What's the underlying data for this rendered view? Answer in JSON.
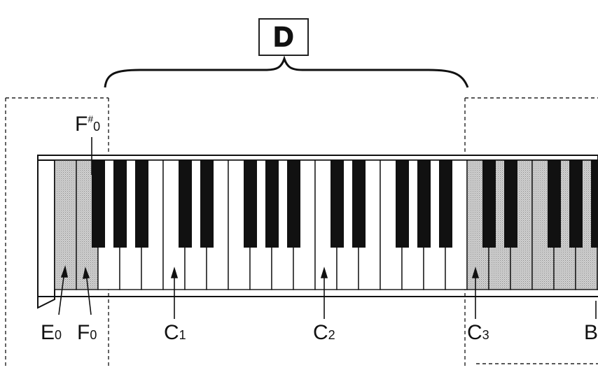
{
  "section_label": "D",
  "labels": {
    "f_sharp": {
      "note": "F",
      "accidental": "#",
      "octave": "0"
    },
    "e0": {
      "note": "E",
      "octave": "0"
    },
    "f0": {
      "note": "F",
      "octave": "0"
    },
    "c1": {
      "note": "C",
      "octave": "1"
    },
    "c2": {
      "note": "C",
      "octave": "2"
    },
    "c3": {
      "note": "C",
      "octave": "3"
    },
    "b_partial": {
      "note": "B"
    }
  },
  "colors": {
    "ink": "#111111",
    "shade": "#c4c4c4",
    "white_key": "#ffffff"
  }
}
